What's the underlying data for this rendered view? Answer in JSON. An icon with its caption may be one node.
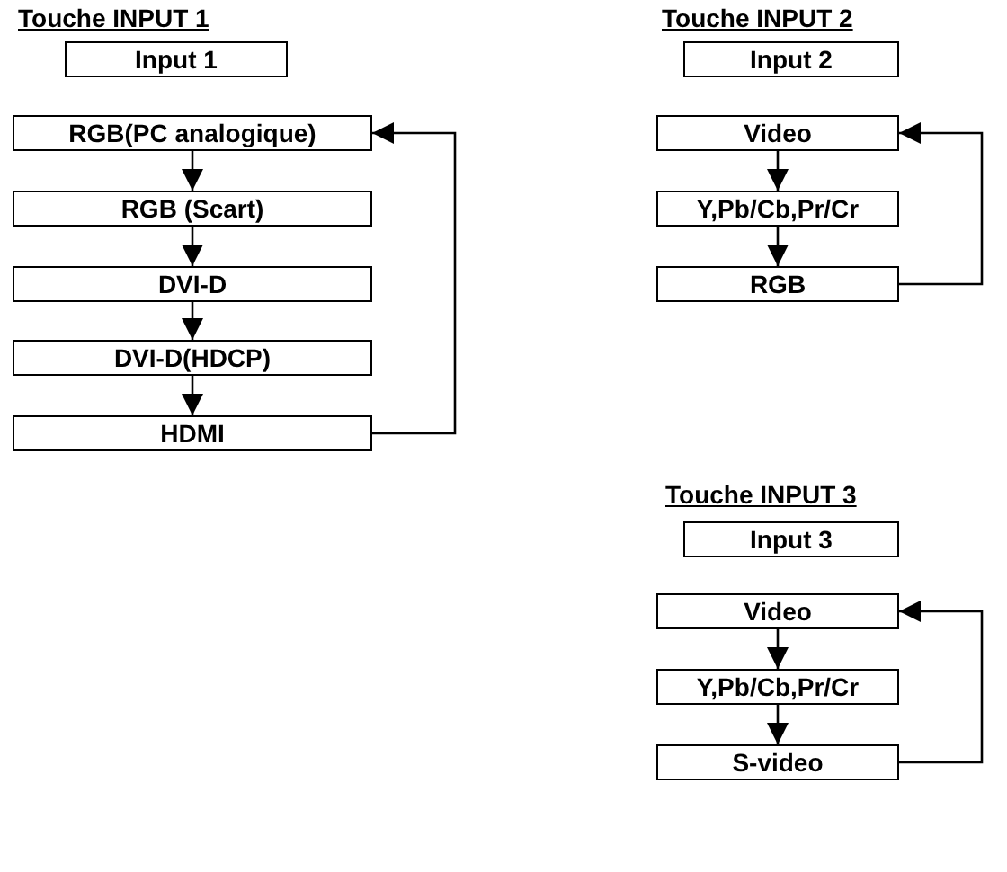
{
  "diagram": {
    "nodes": [
      {
        "text": [
          "Input 1"
        ]
      },
      {
        "text": [
          "RGB(PC analogique)"
        ]
      },
      {
        "text": [
          "RGB (Scart)"
        ]
      },
      {
        "text": [
          "DVI-D"
        ]
      },
      {
        "text": [
          "DVI-D(HDCP)"
        ]
      },
      {
        "text": [
          "HDMI"
        ]
      },
      {
        "text": [
          "Input 2"
        ]
      },
      {
        "text": [
          "Video"
        ]
      },
      {
        "text": [
          "Y,Pb/Cb,Pr/Cr"
        ]
      },
      {
        "text": [
          "RGB"
        ]
      },
      {
        "text": [
          "Input 3"
        ]
      },
      {
        "text": [
          "Video"
        ]
      },
      {
        "text": [
          "Y,Pb/Cb,Pr/Cr"
        ]
      },
      {
        "text": [
          "S-video"
        ]
      }
    ],
    "edges": [
      {
        "from": 1,
        "to": 2,
        "arrow": "to"
      },
      {
        "from": 2,
        "to": 3,
        "arrow": "to"
      },
      {
        "from": 3,
        "to": 4,
        "arrow": "to"
      },
      {
        "from": 4,
        "to": 5,
        "arrow": "to"
      },
      {
        "from": 5,
        "to": 1,
        "arrow": "to"
      },
      {
        "from": 7,
        "to": 8,
        "arrow": "to"
      },
      {
        "from": 8,
        "to": 9,
        "arrow": "to"
      },
      {
        "from": 9,
        "to": 7,
        "arrow": "to"
      },
      {
        "from": 11,
        "to": 12,
        "arrow": "to"
      },
      {
        "from": 12,
        "to": 13,
        "arrow": "to"
      },
      {
        "from": 13,
        "to": 11,
        "arrow": "to"
      }
    ],
    "labels": [
      "Touche INPUT 1",
      "Touche INPUT 2",
      "Touche INPUT 3"
    ]
  }
}
